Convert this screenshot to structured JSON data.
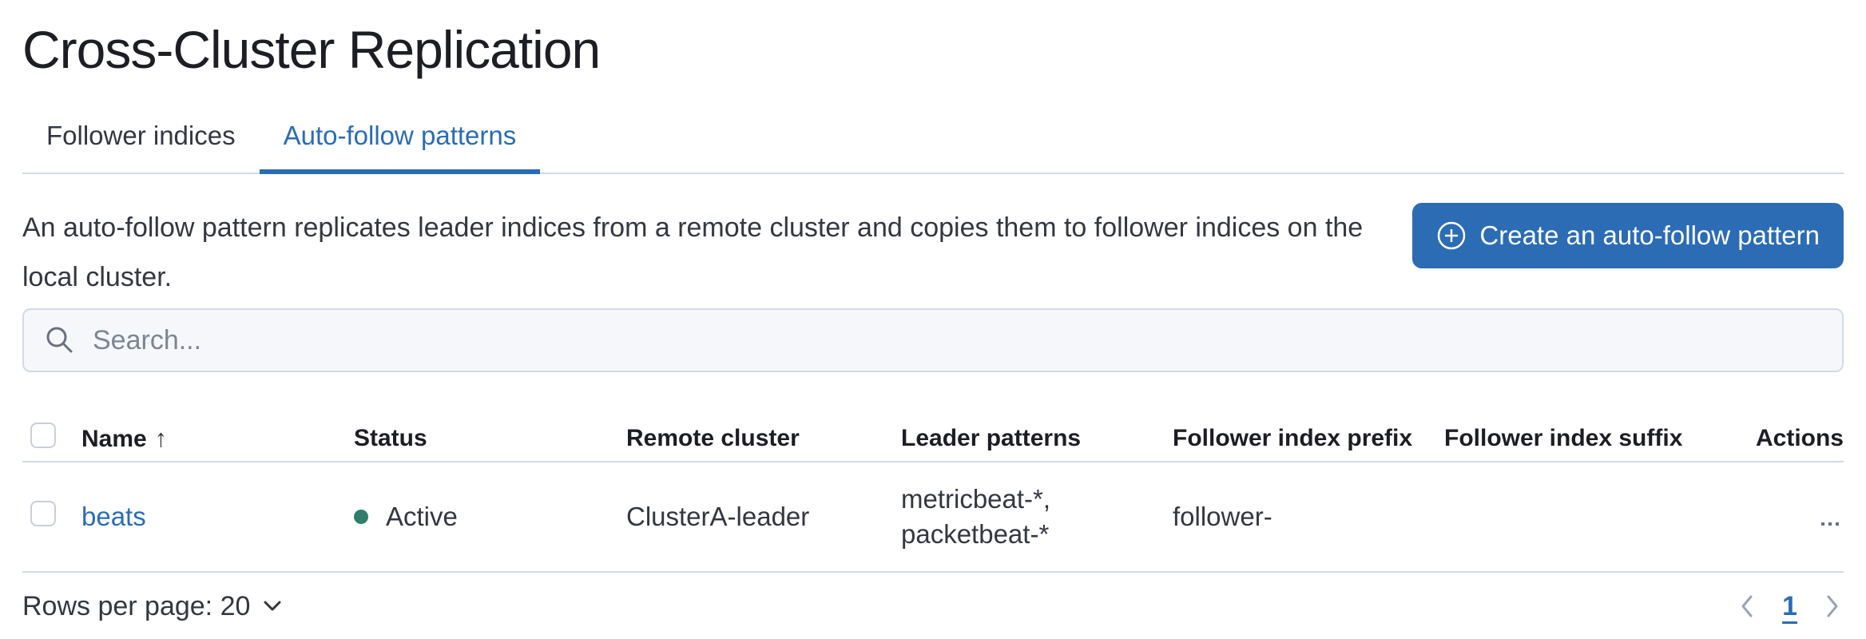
{
  "header": {
    "title": "Cross-Cluster Replication"
  },
  "tabs": [
    {
      "label": "Follower indices",
      "active": false
    },
    {
      "label": "Auto-follow patterns",
      "active": true
    }
  ],
  "description": "An auto-follow pattern replicates leader indices from a remote cluster and copies them to follower indices on the local cluster.",
  "create_button": {
    "label": "Create an auto-follow pattern",
    "icon": "plus-in-circle-icon"
  },
  "search": {
    "placeholder": "Search...",
    "icon": "search-icon"
  },
  "table": {
    "columns": [
      "Name",
      "Status",
      "Remote cluster",
      "Leader patterns",
      "Follower index prefix",
      "Follower index suffix",
      "Actions"
    ],
    "sort": {
      "column": "Name",
      "direction": "ascending",
      "icon": "sort-ascending-arrow-icon"
    },
    "rows": [
      {
        "name": "beats",
        "status": "Active",
        "remote_cluster": "ClusterA-leader",
        "leader_patterns": [
          "metricbeat-*,",
          "packetbeat-*"
        ],
        "follower_index_prefix": "follower-",
        "follower_index_suffix": "",
        "actions_icon": "boxes-horizontal-icon"
      }
    ]
  },
  "footer": {
    "rows_per_page_label": "Rows per page: 20",
    "pagination": {
      "current_page": "1",
      "prev_icon": "chevron-left-icon",
      "next_icon": "chevron-right-icon"
    }
  },
  "colors": {
    "accent_blue": "#2b6cb4",
    "status_green": "#2f7e6c",
    "border_gray": "#d3dae6",
    "text_dark": "#1d1e24",
    "text_body": "#343741",
    "icon_gray": "#69707d"
  }
}
